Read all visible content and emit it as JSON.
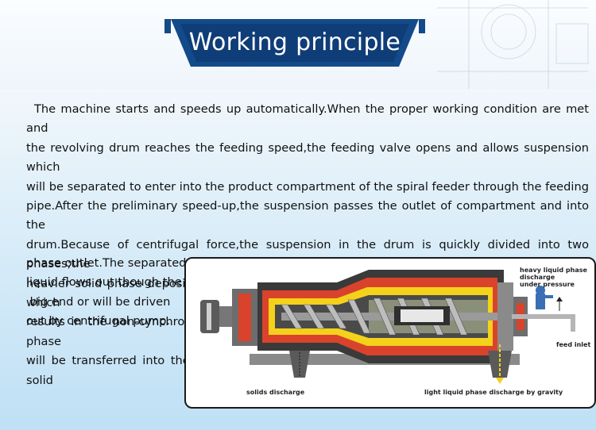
{
  "header": {
    "title": "Working principle"
  },
  "body": {
    "paragraph_lines": [
      "The machine starts and speeds up automatically.When the proper working condition are met and",
      "the revolving drum reaches the feeding speed,the feeding valve opens and allows suspension which",
      "will be separated to enter into the product compartment of the spiral feeder through the feeding",
      "pipe.After the preliminary speed-up,the suspension passes the outlet of compartment and into the",
      "drum.Because of centrifugal force,the suspension in the drum is quickly divided into two phases;the",
      "heavier solid phase deposits to the inner wall of the drum and driven by the differential gear which",
      "results in the non-cynchronous movement between the spiral feeder and the drum.the solid phase",
      "will be transferred into the small end for further dehydration and finally discharged through solid"
    ],
    "side_lines": [
      "phase outlet.The separated",
      "liquid flows out though the",
      " big end or will be driven",
      "out by centrifugal pump."
    ]
  },
  "diagram": {
    "label_heavy_1": "heavy liquid phase",
    "label_heavy_2": "discharge",
    "label_heavy_3": "under pressure",
    "label_feed": "feed inlet",
    "label_solids": "solids discharge",
    "label_light": "light liquid phase discharge by gravity"
  },
  "colors": {
    "banner": "#134a8a",
    "drum_red": "#d9432c",
    "liquid_yellow": "#f4d21b",
    "casing_dark": "#3a3a3a"
  }
}
